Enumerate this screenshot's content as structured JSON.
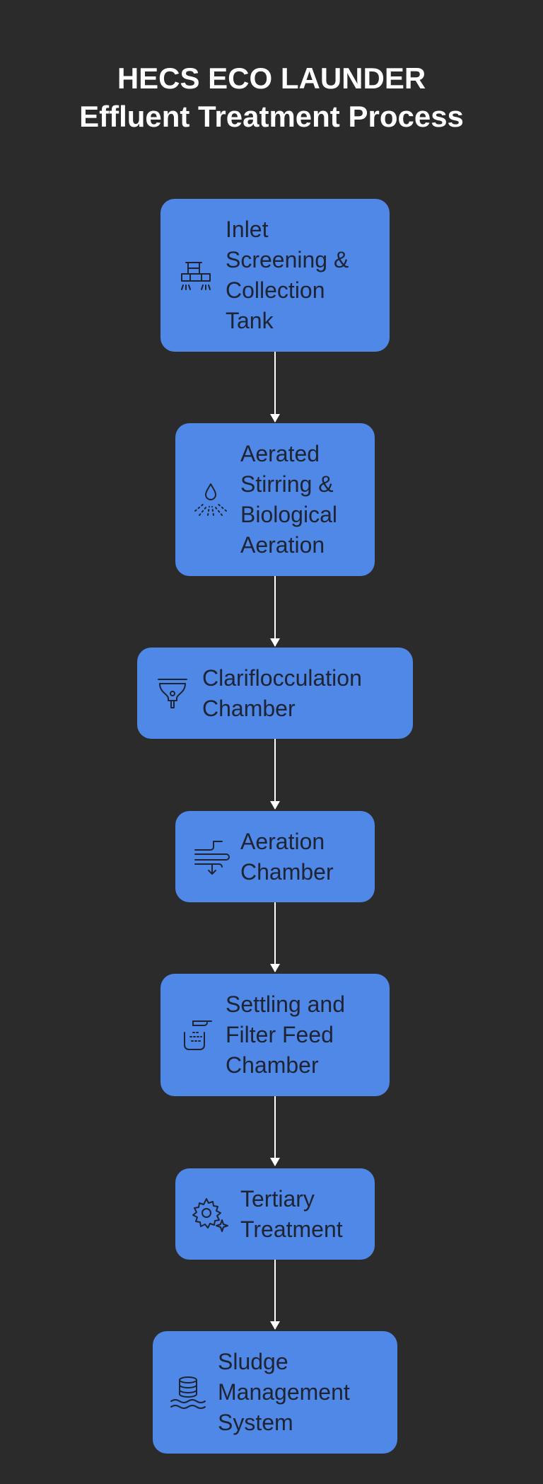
{
  "title": {
    "line1": "HECS ECO LAUNDER",
    "line2": "Effluent Treatment Process"
  },
  "colors": {
    "background": "#2b2b2b",
    "box": "#4f88e6",
    "text": "#1e2433",
    "arrow": "#ffffff"
  },
  "steps": [
    {
      "label": "Inlet\nScreening &\nCollection\nTank",
      "icon": "screening-tank-icon"
    },
    {
      "label": "Aerated\nStirring &\nBiological\nAeration",
      "icon": "water-drop-spray-icon"
    },
    {
      "label": "Clariflocculation\nChamber",
      "icon": "funnel-icon"
    },
    {
      "label": "Aeration\nChamber",
      "icon": "airflow-icon"
    },
    {
      "label": "Settling and\nFilter Feed\nChamber",
      "icon": "faucet-filter-icon"
    },
    {
      "label": "Tertiary\nTreatment",
      "icon": "gear-sparkle-icon"
    },
    {
      "label": "Sludge\nManagement\nSystem",
      "icon": "database-waves-icon"
    }
  ]
}
